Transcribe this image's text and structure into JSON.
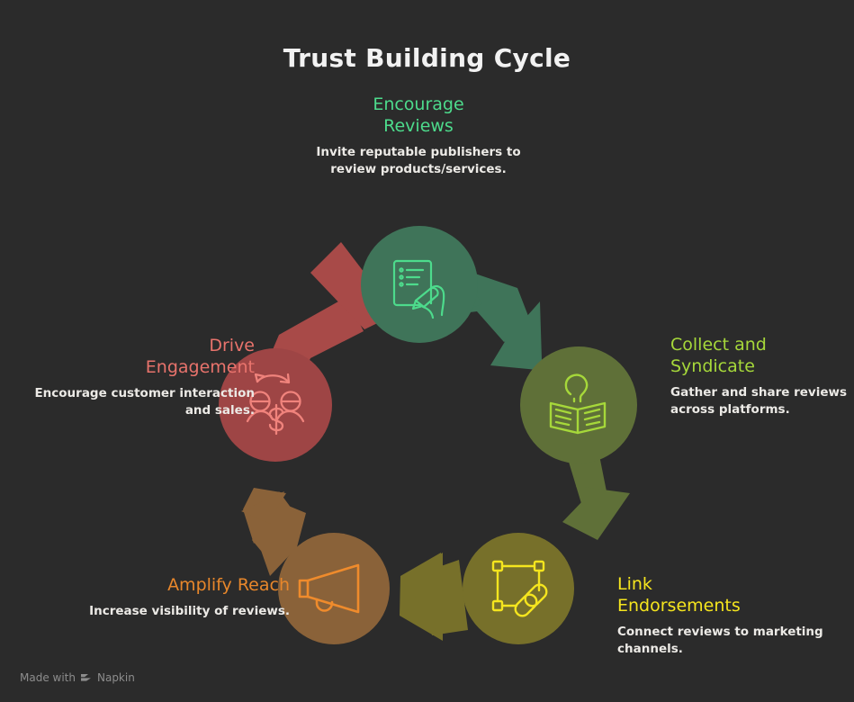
{
  "page": {
    "title": "Trust Building Cycle",
    "background_color": "#2b2b2b",
    "title_color": "#f2f2f2"
  },
  "footer": {
    "prefix": "Made with",
    "brand": "Napkin",
    "mark_icon": "napkin-chevrons-icon",
    "color": "#8d8d8d"
  },
  "diagram": {
    "type": "cycle",
    "direction": "clockwise",
    "node_count": 5,
    "nodes": [
      {
        "id": "encourage-reviews",
        "title": "Encourage Reviews",
        "title_line1": "Encourage",
        "title_line2": "Reviews",
        "description": "Invite reputable publishers to review products/services.",
        "title_color": "#4ddb8c",
        "circle_color": "#3f7459",
        "icon_color": "#4ddb8c",
        "icon": "hand-writing-clipboard-icon",
        "position": "top"
      },
      {
        "id": "collect-and-syndicate",
        "title": "Collect and Syndicate",
        "title_line1": "Collect and",
        "title_line2": "Syndicate",
        "description": "Gather and share reviews across platforms.",
        "title_color": "#a6d83a",
        "circle_color": "#5f7038",
        "icon_color": "#a6d83a",
        "icon": "open-book-idea-icon",
        "position": "right"
      },
      {
        "id": "link-endorsements",
        "title": "Link Endorsements",
        "title_line1": "Link",
        "title_line2": "Endorsements",
        "description": "Connect reviews to marketing channels.",
        "title_color": "#f5e51e",
        "circle_color": "#77702a",
        "icon_color": "#f5e51e",
        "icon": "link-frame-chain-icon",
        "position": "bottom-right"
      },
      {
        "id": "amplify-reach",
        "title": "Amplify Reach",
        "title_line1": "Amplify Reach",
        "title_line2": "",
        "description": "Increase visibility of reviews.",
        "title_color": "#e8872b",
        "circle_color": "#8a6239",
        "icon_color": "#ef8b2c",
        "icon": "megaphone-icon",
        "position": "bottom-left"
      },
      {
        "id": "drive-engagement",
        "title": "Drive Engagement",
        "title_line1": "Drive",
        "title_line2": "Engagement",
        "description": "Encourage customer interaction and sales.",
        "title_color": "#e8736c",
        "circle_color": "#9e4545",
        "icon_color": "#f0837c",
        "icon": "customer-exchange-money-icon",
        "position": "left"
      }
    ],
    "arrows": [
      {
        "id": "arrow-encourage-to-collect",
        "color": "#3f7459",
        "from": "encourage-reviews",
        "to": "collect-and-syndicate"
      },
      {
        "id": "arrow-collect-to-link",
        "color": "#5f7038",
        "from": "collect-and-syndicate",
        "to": "link-endorsements"
      },
      {
        "id": "arrow-link-to-amplify",
        "color": "#77702a",
        "from": "link-endorsements",
        "to": "amplify-reach"
      },
      {
        "id": "arrow-amplify-to-drive",
        "color": "#8a6239",
        "from": "amplify-reach",
        "to": "drive-engagement"
      },
      {
        "id": "arrow-drive-to-encourage",
        "color": "#a84a48",
        "from": "drive-engagement",
        "to": "encourage-reviews"
      }
    ]
  }
}
